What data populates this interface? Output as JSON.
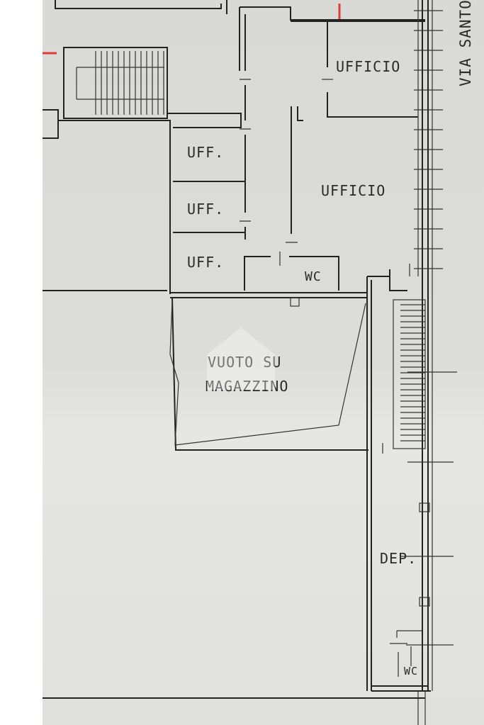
{
  "plan": {
    "street": "VIA SANTO",
    "rooms": {
      "ufficio_top": "UFFICIO",
      "ufficio_mid": "UFFICIO",
      "uff_1": "UFF.",
      "uff_2": "UFF.",
      "uff_3": "UFF.",
      "wc_top": "WC",
      "vuoto_line1": "VUOTO SU",
      "vuoto_line2": "MAGAZZINO",
      "dep": "DEP.",
      "wc_bottom": "WC"
    },
    "colors": {
      "paper": "#dcdcd9",
      "ink": "#222222",
      "red_mark": "#e03a3a"
    }
  }
}
